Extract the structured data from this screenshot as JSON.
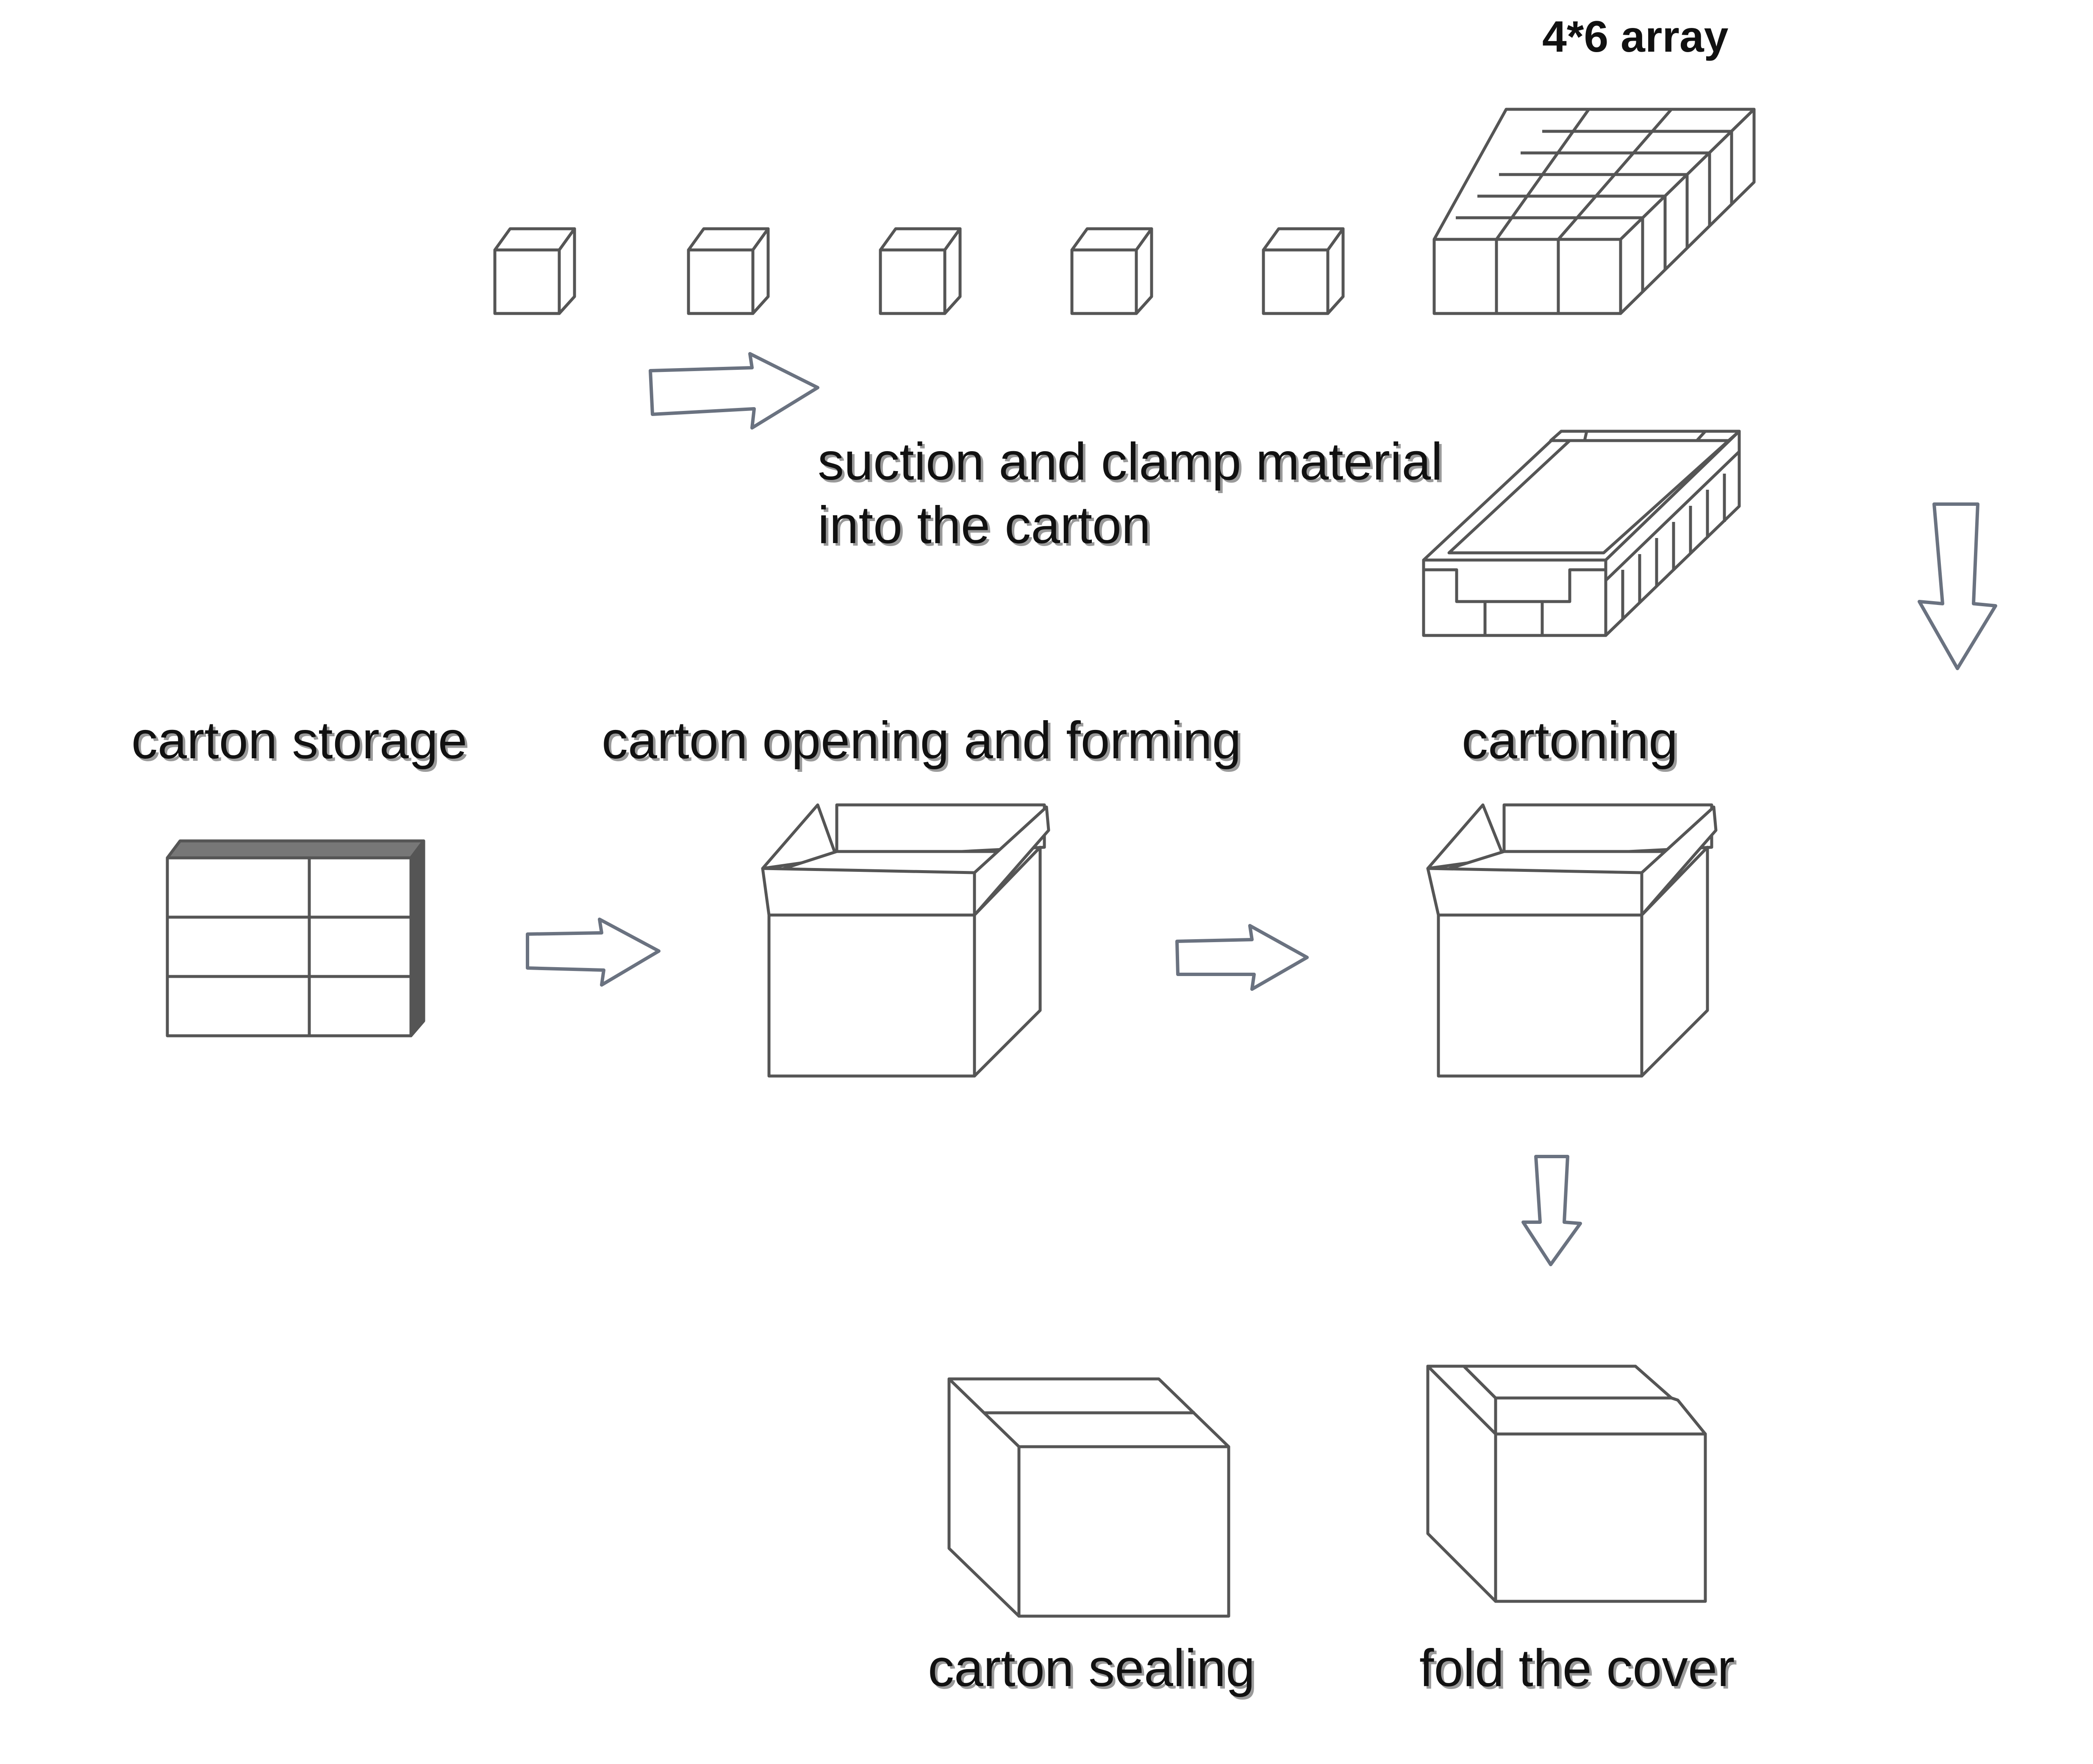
{
  "labels": {
    "array": "4*6 array",
    "suction_line1": "suction and clamp material",
    "suction_line2": "into the carton",
    "carton_storage": "carton storage",
    "carton_opening": "carton opening and forming",
    "cartoning": "cartoning",
    "carton_sealing": "carton sealing",
    "fold_cover": "fold the cover"
  },
  "colors": {
    "line": "#555555",
    "arrow": "#6a7280",
    "text": "#111111"
  },
  "icons": {
    "arrow_right": "arrow-right-icon",
    "arrow_down": "arrow-down-icon"
  }
}
